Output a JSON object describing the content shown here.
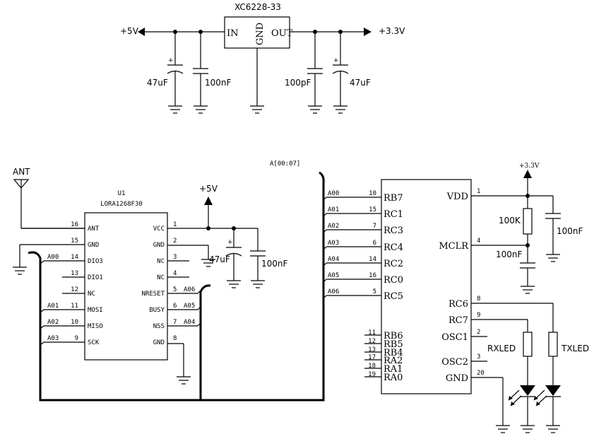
{
  "regulator": {
    "part": "XC6228-33",
    "in_label": "IN",
    "gnd_label": "GND",
    "out_label": "OUT",
    "vin_label": "+5V",
    "vout_label": "+3.3V",
    "c_in_electrolytic": "47uF",
    "c_in_ceramic": "100nF",
    "c_out_ceramic": "100pF",
    "c_out_electrolytic": "47uF"
  },
  "lora": {
    "antenna_label": "ANT",
    "ref": "U1",
    "part": "LORA1268F30",
    "left_pins": [
      {
        "num": "16",
        "name": "ANT",
        "net": ""
      },
      {
        "num": "15",
        "name": "GND",
        "net": ""
      },
      {
        "num": "14",
        "name": "DIO3",
        "net": "A00"
      },
      {
        "num": "13",
        "name": "DIO1",
        "net": ""
      },
      {
        "num": "12",
        "name": "NC",
        "net": ""
      },
      {
        "num": "11",
        "name": "MOSI",
        "net": "A01"
      },
      {
        "num": "10",
        "name": "MISO",
        "net": "A02"
      },
      {
        "num": "9",
        "name": "SCK",
        "net": "A03"
      }
    ],
    "right_pins": [
      {
        "num": "1",
        "name": "VCC",
        "net": ""
      },
      {
        "num": "2",
        "name": "GND",
        "net": ""
      },
      {
        "num": "3",
        "name": "NC",
        "net": ""
      },
      {
        "num": "4",
        "name": "NC",
        "net": ""
      },
      {
        "num": "5",
        "name": "NRESET",
        "net": "A06"
      },
      {
        "num": "6",
        "name": "BUSY",
        "net": "A05"
      },
      {
        "num": "7",
        "name": "NSS",
        "net": "A04"
      },
      {
        "num": "8",
        "name": "GND",
        "net": ""
      }
    ],
    "vcc_label": "+5V",
    "c_electrolytic": "47uF",
    "c_ceramic": "100nF"
  },
  "bus_label": "A[00:07]",
  "mcu": {
    "left_pins": [
      {
        "num": "10",
        "name": "RB7",
        "net": "A00"
      },
      {
        "num": "15",
        "name": "RC1",
        "net": "A01"
      },
      {
        "num": "7",
        "name": "RC3",
        "net": "A02"
      },
      {
        "num": "6",
        "name": "RC4",
        "net": "A03"
      },
      {
        "num": "14",
        "name": "RC2",
        "net": "A04"
      },
      {
        "num": "16",
        "name": "RC0",
        "net": "A05"
      },
      {
        "num": "5",
        "name": "RC5",
        "net": "A06"
      }
    ],
    "left_unused_pins": [
      {
        "num": "11",
        "name": "RB6"
      },
      {
        "num": "12",
        "name": "RB5"
      },
      {
        "num": "13",
        "name": "RB4"
      },
      {
        "num": "17",
        "name": "RA2"
      },
      {
        "num": "18",
        "name": "RA1"
      },
      {
        "num": "19",
        "name": "RA0"
      }
    ],
    "right_pins": [
      {
        "num": "1",
        "name": "VDD"
      },
      {
        "num": "4",
        "name": "MCLR"
      },
      {
        "num": "8",
        "name": "RC6"
      },
      {
        "num": "9",
        "name": "RC7"
      },
      {
        "num": "2",
        "name": "OSC1"
      },
      {
        "num": "3",
        "name": "OSC2"
      },
      {
        "num": "20",
        "name": "GND"
      }
    ],
    "vdd_label": "+3.3V",
    "r_pullup": "100K",
    "c_mclr": "100nF",
    "c_decouple": "100nF",
    "rxled_label": "RXLED",
    "txled_label": "TXLED"
  }
}
